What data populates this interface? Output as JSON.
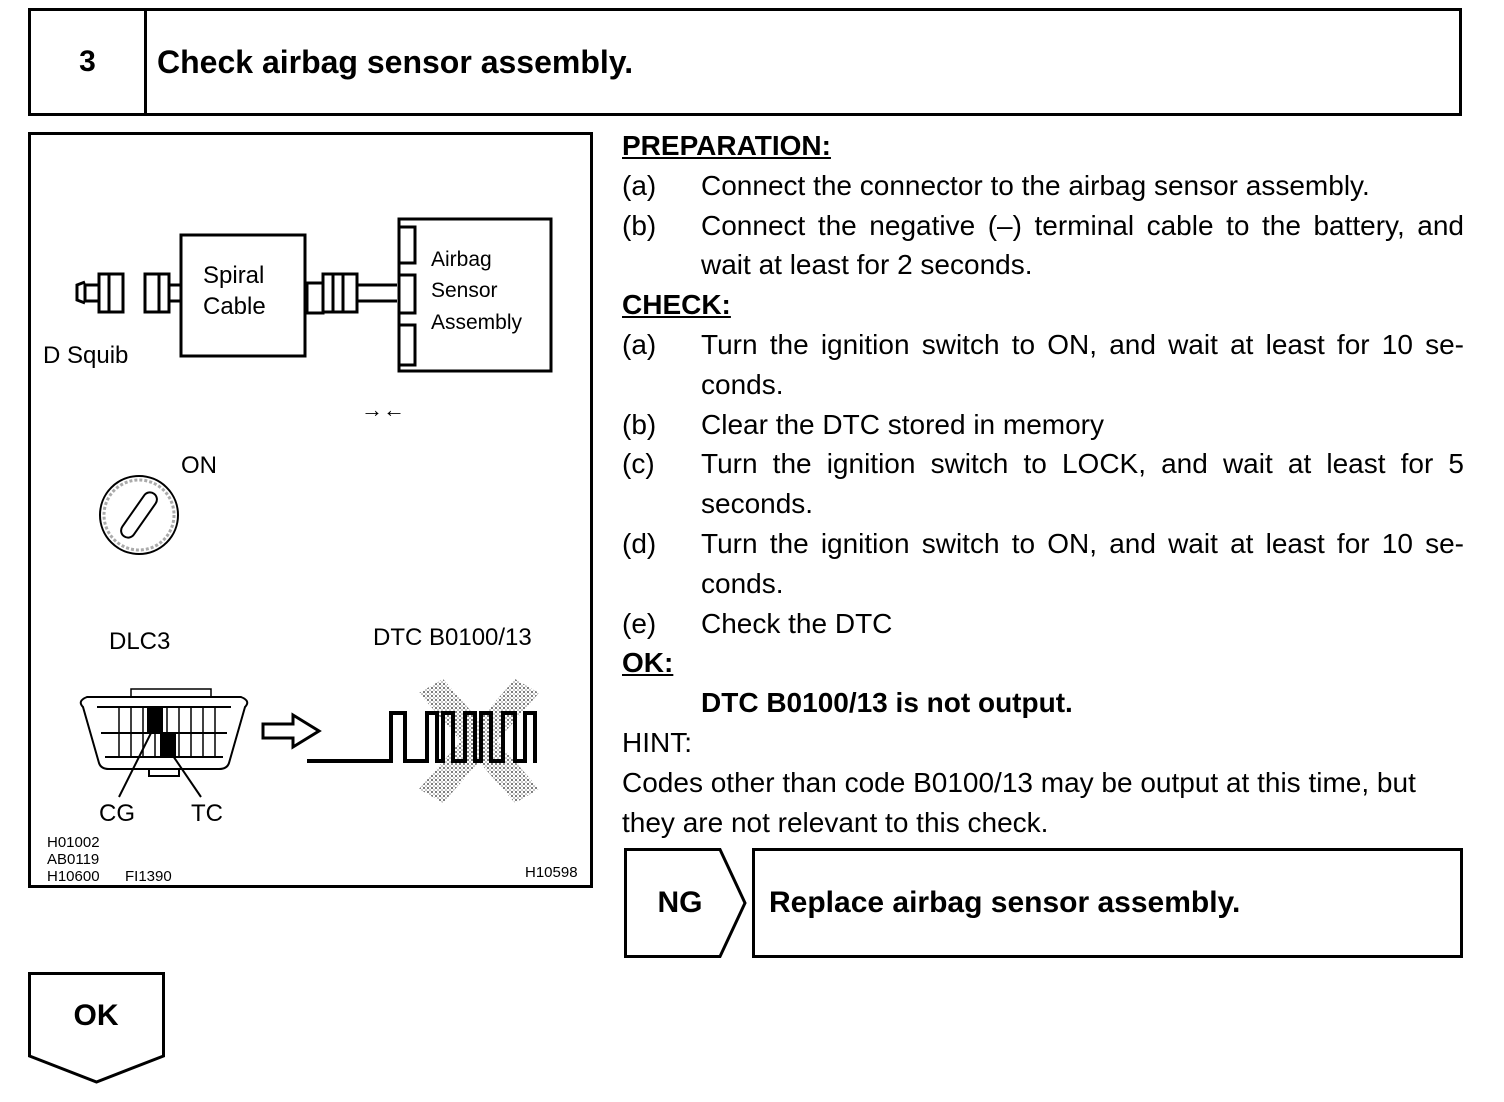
{
  "step": {
    "number": "3",
    "title": "Check airbag sensor assembly."
  },
  "figure": {
    "spiral_cable": [
      "Spiral",
      "Cable"
    ],
    "airbag_sensor": [
      "Airbag",
      "Sensor",
      "Assembly"
    ],
    "d_squib": "D Squib",
    "connect_arrows": "→←",
    "on_label": "ON",
    "dlc3_label": "DLC3",
    "dtc_label": "DTC B0100/13",
    "cg_label": "CG",
    "tc_label": "TC",
    "ref_codes": [
      "H01002",
      "AB0119",
      "H10600",
      "FI1390"
    ],
    "ref_code_right": "H10598"
  },
  "preparation": {
    "title": "PREPARATION:",
    "items": [
      {
        "label": "(a)",
        "text": "Connect the connector to the airbag sensor assembly."
      },
      {
        "label": "(b)",
        "text": "Connect the negative (–) terminal cable to the battery, and wait at least for 2 seconds."
      }
    ]
  },
  "check": {
    "title": "CHECK:",
    "items": [
      {
        "label": "(a)",
        "text": "Turn the ignition switch to ON, and wait at least for 10 se-conds."
      },
      {
        "label": "(b)",
        "text": "Clear the DTC stored in memory"
      },
      {
        "label": "(c)",
        "text": "Turn the ignition switch to LOCK, and wait at least for 5 seconds."
      },
      {
        "label": "(d)",
        "text": "Turn the ignition switch to ON, and wait at least for 10 se-conds."
      },
      {
        "label": "(e)",
        "text": "Check the DTC"
      }
    ]
  },
  "ok": {
    "title": "OK:",
    "text": "DTC B0100/13 is not output."
  },
  "hint": {
    "title": "HINT:",
    "text": "Codes other than code B0100/13 may be output at this time, but they are not relevant to this check."
  },
  "ng": {
    "label": "NG",
    "result": "Replace airbag sensor assembly."
  },
  "ok_flow": {
    "label": "OK"
  }
}
